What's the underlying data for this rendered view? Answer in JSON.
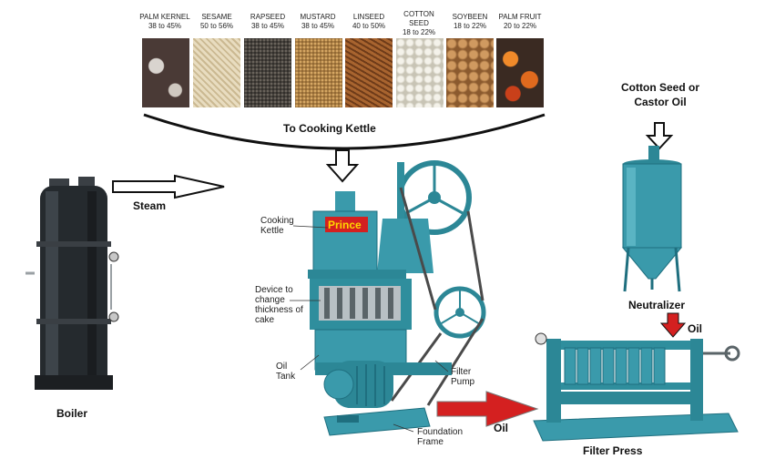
{
  "seeds": [
    {
      "name": "PALM KERNEL",
      "range": "38 to 45%",
      "color": "#4a3a36"
    },
    {
      "name": "SESAME",
      "range": "50 to 56%",
      "color": "#e3d6b5"
    },
    {
      "name": "RAPSEED",
      "range": "38 to 45%",
      "color": "#3e3a35"
    },
    {
      "name": "MUSTARD",
      "range": "38 to 45%",
      "color": "#b98a4a"
    },
    {
      "name": "LINSEED",
      "range": "40 to 50%",
      "color": "#9b5a2c"
    },
    {
      "name": "COTTON SEED",
      "range": "18 to 22%",
      "color": "#e9e7dd"
    },
    {
      "name": "SOYBEEN",
      "range": "18 to 22%",
      "color": "#b8854e"
    },
    {
      "name": "PALM FRUIT",
      "range": "20 to 22%",
      "color": "#d0601e"
    }
  ],
  "labels": {
    "to_cooking_kettle": "To Cooking Kettle",
    "steam": "Steam",
    "boiler": "Boiler",
    "cooking_kettle": "Cooking Kettle",
    "brand": "Prince",
    "device_change_cake": "Device to change thickness of cake",
    "oil_tank": "Oil Tank",
    "filter_pump": "Filter Pump",
    "foundation_frame": "Foundation Frame",
    "oil_main": "Oil",
    "oil_neutralizer": "Oil",
    "cotton_castor": "Cotton Seed or Castor Oil",
    "neutralizer": "Neutralizer",
    "filter_press": "Filter Press"
  },
  "colors": {
    "machine": "#3a9aab",
    "machine_dark": "#1f6f7f",
    "boiler": "#252a2e",
    "arrow_red": "#d42020",
    "brand_bg": "#d42020",
    "brand_text": "#ffd800"
  }
}
